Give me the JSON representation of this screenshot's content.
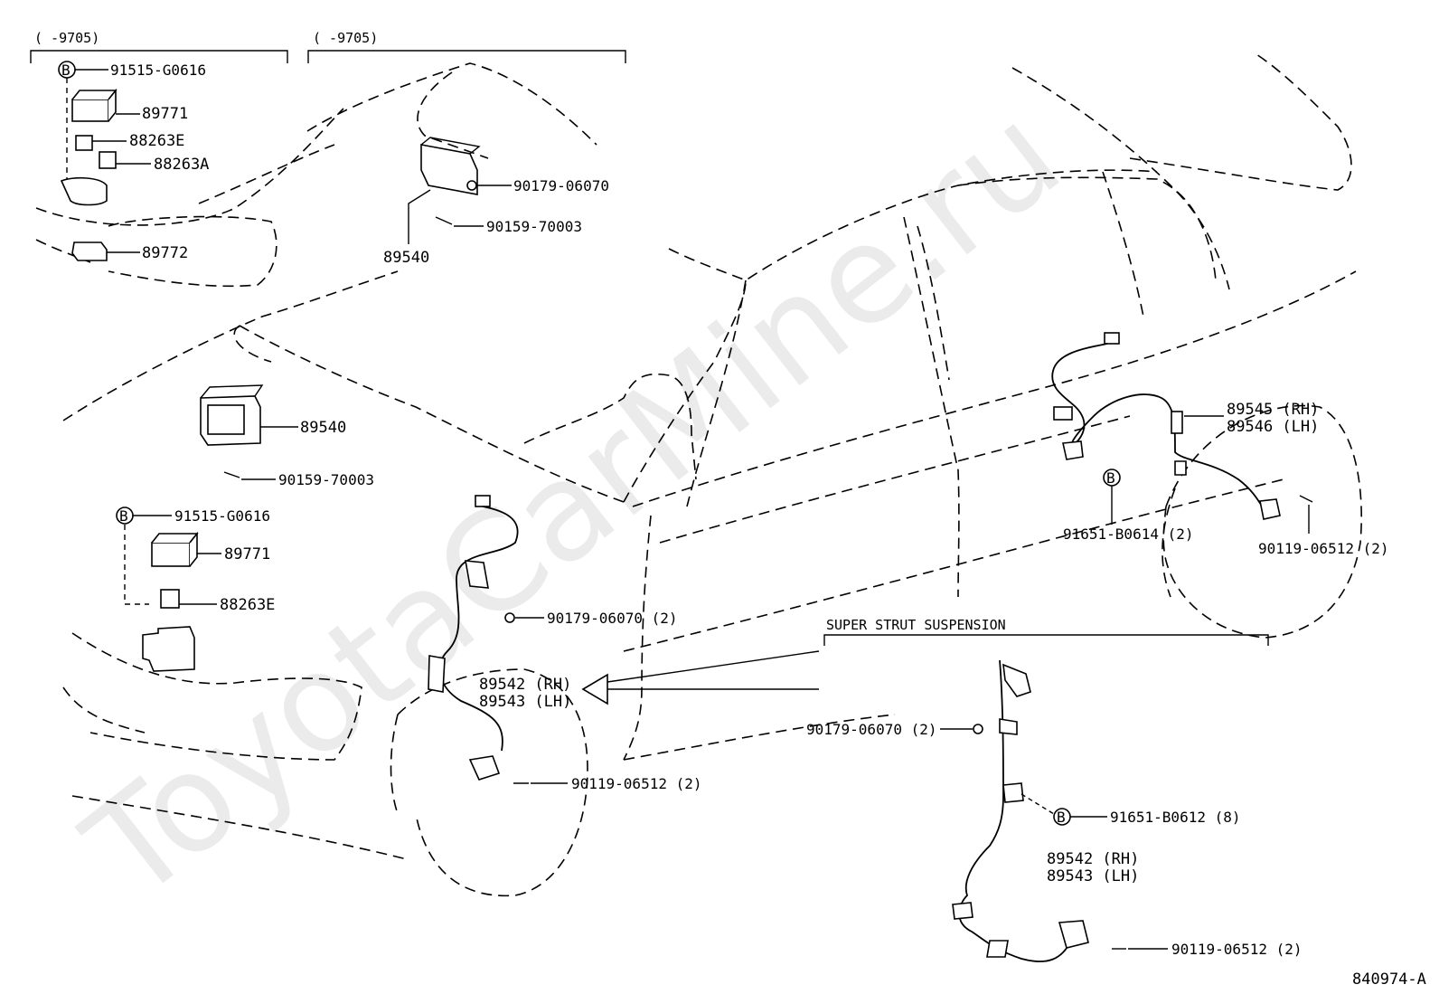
{
  "watermark": "ToyotaCarMine.ru",
  "diagram_id": "840974-A",
  "headers": {
    "left": "(    -9705)",
    "middle": "(    -9705)",
    "super_strut": "SUPER STRUT SUSPENSION"
  },
  "labels": {
    "tl_clip": "91515-G0616",
    "tl_relay": "89771",
    "tl_relay_e": "88263E",
    "tl_relay_a": "88263A",
    "tl_bracket": "89772",
    "top_nut": "90179-06070",
    "top_screw": "90159-70003",
    "top_ecu": "89540",
    "mid_ecu": "89540",
    "mid_screw": "90159-70003",
    "ml_clip": "91515-G0616",
    "ml_relay": "89771",
    "ml_relay_e": "88263E",
    "front_nut": "90179-06070 (2)",
    "front_sensor_rh": "89542 (RH)",
    "front_sensor_lh": "89543 (LH)",
    "front_bolt": "90119-06512 (2)",
    "rear_sensor_rh": "89545 (RH)",
    "rear_sensor_lh": "89546 (LH)",
    "rear_clip": "91651-B0614 (2)",
    "rear_bolt": "90119-06512 (2)",
    "ss_nut": "90179-06070 (2)",
    "ss_clip": "91651-B0612 (8)",
    "ss_sensor_rh": "89542 (RH)",
    "ss_sensor_lh": "89543 (LH)",
    "ss_bolt": "90119-06512 (2)"
  },
  "clip_symbol": "B"
}
